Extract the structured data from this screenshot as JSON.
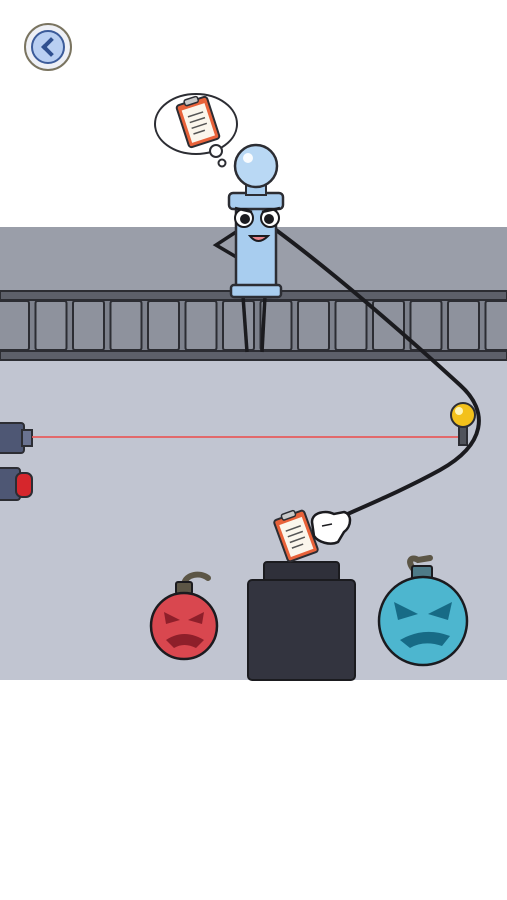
{
  "colors": {
    "background": "#ffffff",
    "wall": "#9a9ea9",
    "floor": "#c1c5d1",
    "rail": "#6b6f7a",
    "rail_dark": "#2c2d33",
    "laser": "#e85a5a",
    "character": "#a8cdef",
    "red_bomb": "#d9474f",
    "blue_bomb": "#4db6cf",
    "button_yellow": "#f3c11b",
    "pedestal": "#33343f"
  },
  "scene": {
    "back_button": {
      "icon": "chevron-left-icon"
    },
    "thought_bubble": {
      "item": "clipboard-icon"
    },
    "held_item": {
      "item": "clipboard-icon"
    },
    "bombs": [
      {
        "color": "red",
        "face": "angry"
      },
      {
        "color": "blue",
        "face": "angry"
      }
    ]
  }
}
